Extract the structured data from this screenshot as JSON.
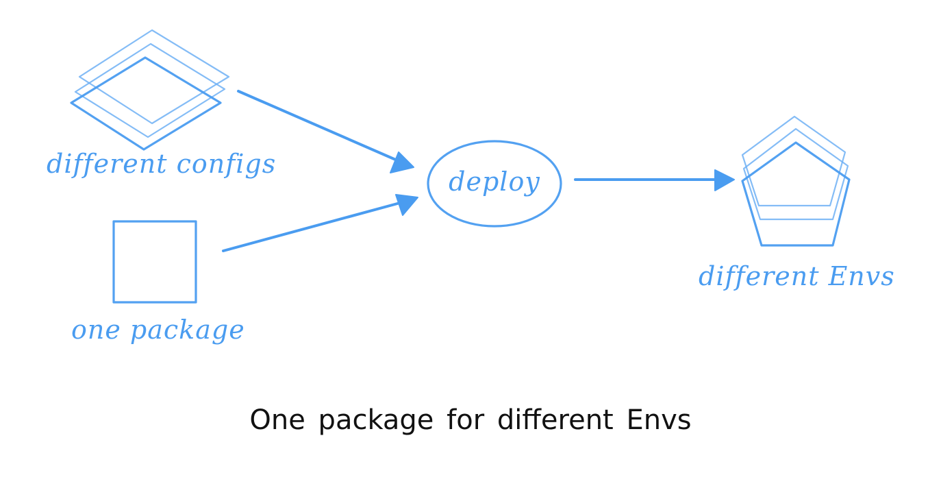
{
  "nodes": {
    "configs_label": "different configs",
    "package_label": "one package",
    "deploy_label": "deploy",
    "envs_label": "different Envs"
  },
  "caption": "One package for different Envs",
  "colors": {
    "sketch": "#4a9cf0",
    "caption": "#111111",
    "background": "#ffffff"
  },
  "icons": {
    "configs": "stacked-diamonds-icon",
    "package": "square-icon",
    "envs": "stacked-pentagons-icon"
  }
}
